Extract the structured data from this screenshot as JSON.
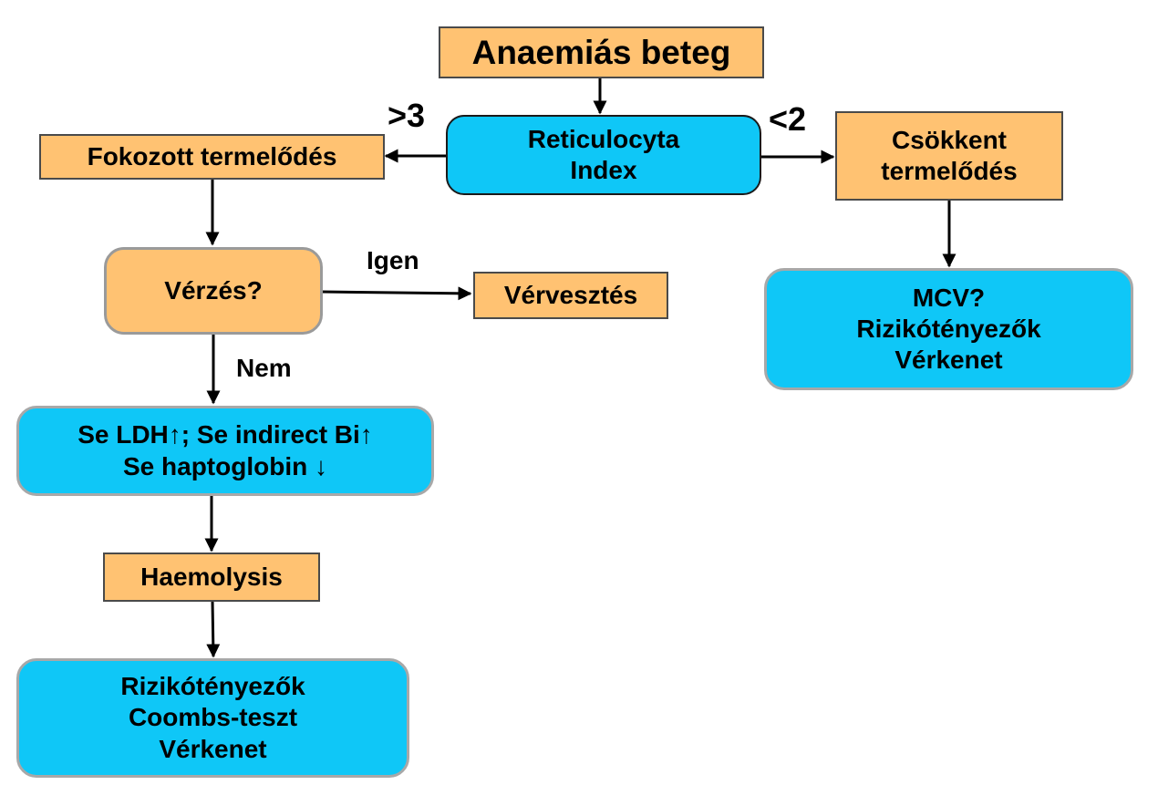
{
  "colors": {
    "orange_fill": "#ffc272",
    "blue_fill": "#0fc7f7",
    "line": "#000000"
  },
  "nodes": {
    "start": "Anaemiás beteg",
    "reticulocyte": "Reticulocyta\nIndex",
    "increased": "Fokozott termelődés",
    "decreased": "Csökkent\ntermelődés",
    "bleeding_q": "Vérzés?",
    "blood_loss": "Vérvesztés",
    "mcv_box": "MCV?\nRizikótényezők\nVérkenet",
    "lab_box": "Se LDH↑; Se indirect Bi↑\nSe haptoglobin ↓",
    "haemolysis": "Haemolysis",
    "final_box": "Rizikótényezők\nCoombs-teszt\nVérkenet"
  },
  "edge_labels": {
    "gt3": ">3",
    "lt2": "<2",
    "yes": "Igen",
    "no": "Nem"
  }
}
